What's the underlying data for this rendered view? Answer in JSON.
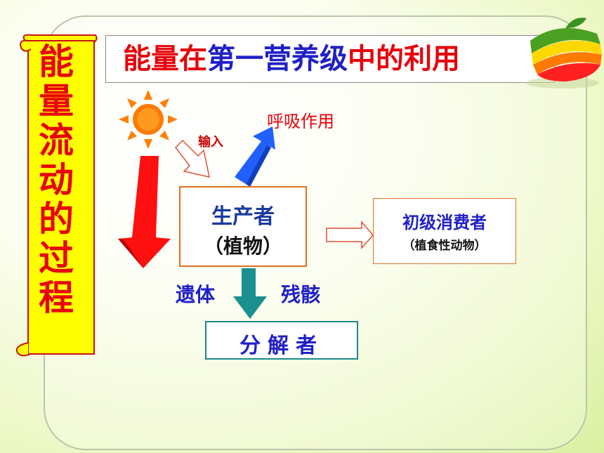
{
  "scroll": {
    "chars": [
      "能",
      "量",
      "流",
      "动",
      "的",
      "过",
      "程"
    ]
  },
  "title": {
    "part1": "能量在",
    "part2": "第一营养级",
    "part3": "中的利用"
  },
  "nodes": {
    "producer": {
      "name": "生产者",
      "sub": "（植物）"
    },
    "consumer": {
      "name": "初级消费者",
      "sub": "（植食性动物）"
    },
    "decomposer": {
      "name": "分解者"
    }
  },
  "labels": {
    "respiration": "呼吸作用",
    "input": "输入",
    "remains": "遗体",
    "debris": "残骸"
  },
  "colors": {
    "title_red": "#e8000a",
    "title_blue": "#2020c8",
    "scroll_fill": "#ffff00",
    "scroll_border": "#c81414",
    "sun": "#ff8000",
    "big_red_arrow": "#ff1010",
    "blue_arrow": "#2060ff",
    "teal_arrow": "#1a9090",
    "hollow_arrow": "#e05030"
  },
  "icons": [
    "sun-icon",
    "fruit-icon"
  ]
}
